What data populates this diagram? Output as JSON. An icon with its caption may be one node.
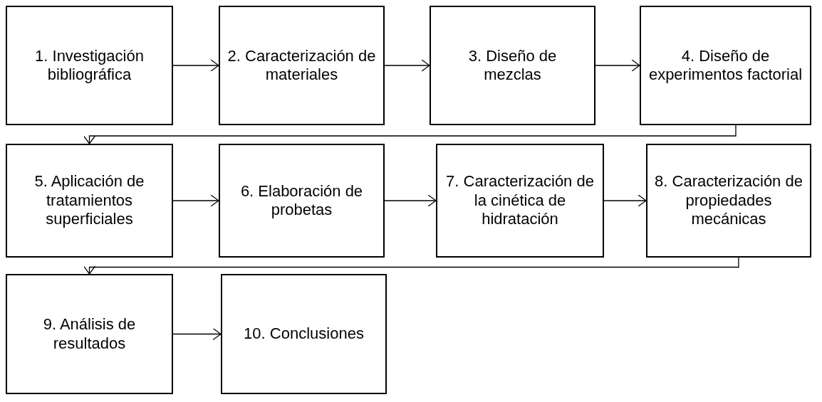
{
  "diagram": {
    "nodes": [
      {
        "text": [
          "1. Investigación bibliográfica"
        ]
      },
      {
        "text": [
          "2. Caracterización de materiales"
        ]
      },
      {
        "text": [
          "3. Diseño de mezclas"
        ]
      },
      {
        "text": [
          "4. Diseño de experimentos factorial"
        ]
      },
      {
        "text": [
          "5. Aplicación de tratamientos superficiales"
        ]
      },
      {
        "text": [
          "6. Elaboración de probetas"
        ]
      },
      {
        "text": [
          "7. Caracterización de la cinética de hidratación"
        ]
      },
      {
        "text": [
          "8. Caracterización de propiedades mecánicas"
        ]
      },
      {
        "text": [
          "9. Análisis de resultados"
        ]
      },
      {
        "text": [
          "10. Conclusiones"
        ]
      }
    ],
    "edges": [
      {
        "from": 0,
        "to": 1,
        "arrow": "to"
      },
      {
        "from": 1,
        "to": 2,
        "arrow": "to"
      },
      {
        "from": 2,
        "to": 3,
        "arrow": "to"
      },
      {
        "from": 3,
        "to": 4,
        "arrow": "to"
      },
      {
        "from": 4,
        "to": 5,
        "arrow": "to"
      },
      {
        "from": 5,
        "to": 6,
        "arrow": "to"
      },
      {
        "from": 6,
        "to": 7,
        "arrow": "to"
      },
      {
        "from": 7,
        "to": 8,
        "arrow": "to"
      },
      {
        "from": 8,
        "to": 9,
        "arrow": "to"
      }
    ]
  }
}
